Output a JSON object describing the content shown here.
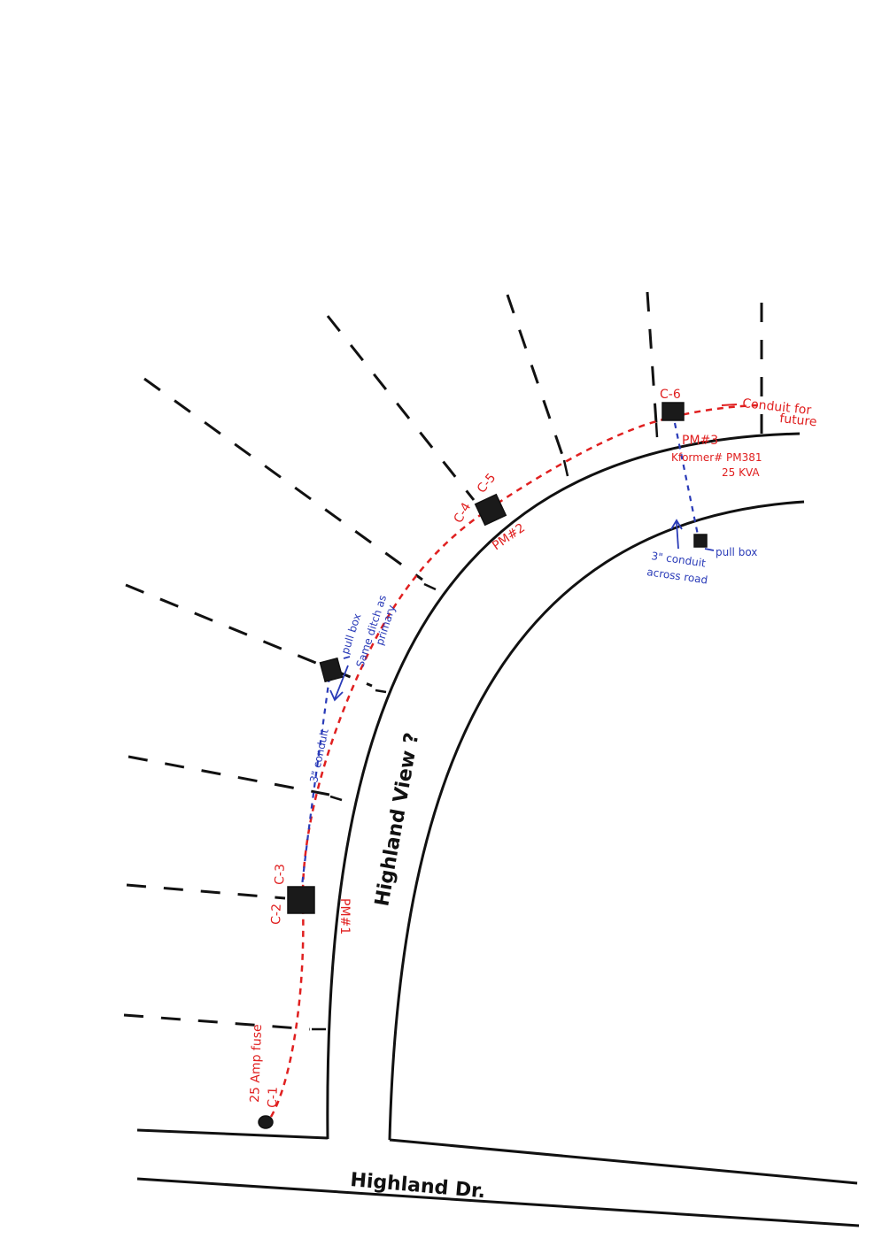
{
  "streets": {
    "main": "Highland Dr.",
    "curve": "Highland View ?"
  },
  "markers": {
    "c1": "C-1",
    "fuse": "25 Amp fuse",
    "c2": "C-2",
    "c3": "C-3",
    "pm1": "PM#1",
    "c4": "C-4",
    "c5": "C-5",
    "pm2": "PM#2",
    "c6": "C-6",
    "pm3": "PM#3",
    "kformer": "Kformer# PM381",
    "kva": "25 KVA",
    "conduit_future_1": "Conduit for",
    "conduit_future_2": "future"
  },
  "notes": {
    "pull_box_left": "pull box",
    "same_ditch_1": "Same ditch as",
    "same_ditch_2": "primary",
    "conduit_3in": "3\" conduit",
    "pull_box_right": "pull box",
    "across_1": "3\" conduit",
    "across_2": "across road"
  },
  "colors": {
    "ink": "#111111",
    "red": "#e02020",
    "blue": "#2a3bb8"
  }
}
